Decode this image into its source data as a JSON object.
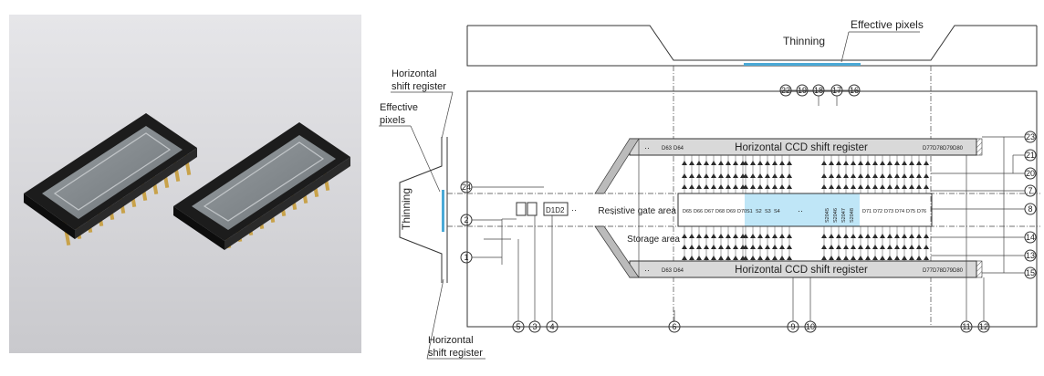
{
  "labels": {
    "effective_pixels": "Effective pixels",
    "thinning_top": "Thinning",
    "horizontal_shift_register_left": "Horizontal\nshift register",
    "effective_pixels_left": "Effective\npixels",
    "thinning_left": "Thinning",
    "horizontal_shift_register_bottom": "Horizontal\nshift register",
    "hccd_top": "Horizontal CCD shift register",
    "hccd_bottom": "Horizontal CCD shift register",
    "resistive_gate_area": "Resistive gate area",
    "storage_area": "Storage area",
    "d1d2": "D1D2",
    "ellipsis": "··"
  },
  "cells": {
    "top_left": [
      "D63",
      "D64"
    ],
    "top_right": [
      "D77",
      "D78",
      "D79",
      "D80"
    ],
    "mid_left": [
      "D65",
      "D66",
      "D67",
      "D68",
      "D69",
      "D70"
    ],
    "mid_signal_a": [
      "S1",
      "S2",
      "S3",
      "S4"
    ],
    "mid_signal_b": [
      "S2045",
      "S2046",
      "S2047",
      "S2048"
    ],
    "mid_right": [
      "D71",
      "D72",
      "D73",
      "D74",
      "D75",
      "D76"
    ],
    "bottom_left": [
      "D63",
      "D64"
    ],
    "bottom_right": [
      "D77",
      "D78",
      "D79",
      "D80"
    ]
  },
  "pins": {
    "top_row": [
      "22",
      "19",
      "18",
      "17",
      "16"
    ],
    "left_col": [
      "24",
      "2",
      "1"
    ],
    "bottom_left": [
      "5",
      "3",
      "4"
    ],
    "bottom_mid": [
      "6"
    ],
    "bottom_mid2": [
      "9",
      "10"
    ],
    "bottom_right": [
      "11",
      "12"
    ],
    "right_col": [
      "23",
      "21",
      "20",
      "7",
      "8",
      "14",
      "13",
      "15"
    ]
  },
  "colors": {
    "highlight": "#bfe6f7",
    "register_fill": "#d9d9d9",
    "background_photo": "#dcdcdf"
  }
}
